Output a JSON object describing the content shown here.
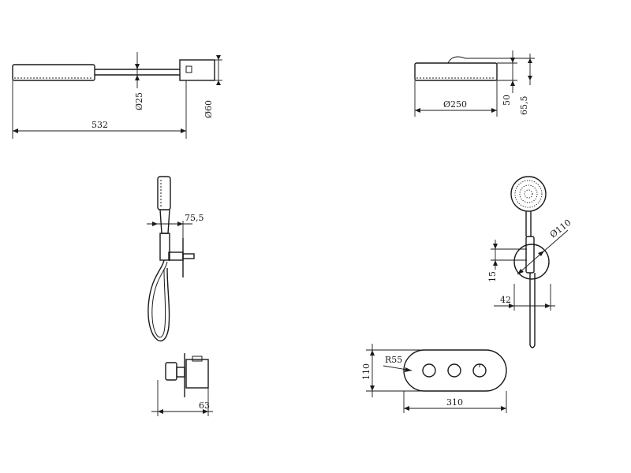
{
  "dimensions": {
    "head_length": "532",
    "arm_diameter": "Ø25",
    "flange_diameter": "Ø60",
    "head_diameter": "Ø250",
    "head_thickness": "50",
    "head_total_height": "65,5",
    "hand_outlet_projection": "75,5",
    "holder_diameter": "Ø110",
    "holder_offset_vertical": "15",
    "holder_offset_horizontal": "42",
    "valve_depth": "63",
    "plate_height": "110",
    "plate_radius": "R55",
    "plate_width": "310"
  }
}
